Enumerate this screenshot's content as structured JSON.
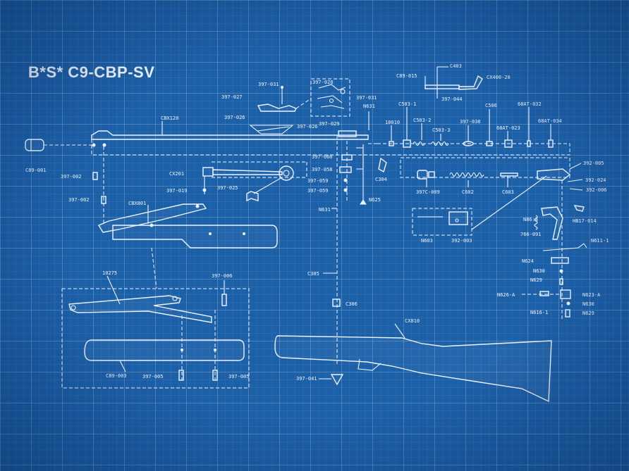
{
  "title": "B*S* C9-CBP-SV",
  "labels": {
    "c403": "C403",
    "c89_015": "C89-015",
    "cx400_20": "CX400-20",
    "n397_044": "397-044",
    "n397_031_a": "397-031",
    "n397_028": "397-028",
    "n397_031_b": "397-031",
    "n397_027": "397-027",
    "n397_029": "397-029",
    "n397_026_a": "397-026",
    "n397_026_b": "397-026",
    "n631_a": "N631",
    "cbx120": "CBX120",
    "c89_001": "C89-001",
    "n10010": "10010",
    "c503_1": "C503-1",
    "c503_2": "C503-2",
    "c503_3": "C503-3",
    "n397_038": "397-038",
    "c506": "C506",
    "n68at_023": "68AT-023",
    "n68at_032": "68AT-032",
    "n68at_034": "68AT-034",
    "n397_002_a": "397-002",
    "cx201": "CX201",
    "n397_019": "397-019",
    "n397_025": "397-025",
    "n397_060": "397-060",
    "n397_058": "397-058",
    "n397_059_a": "397-059",
    "n397_059_b": "397-059",
    "c304": "C304",
    "n625": "N625",
    "n397_002_b": "397-002",
    "cbx801": "CBX801",
    "n631_b": "N631",
    "n397c_009": "397C-009",
    "c602": "C602",
    "c603": "C603",
    "n392_005": "392-005",
    "n392_024": "392-024",
    "n392_006": "392-006",
    "hb17_014": "HB17-014",
    "n603": "N603",
    "n392_003": "392-003",
    "n8614": "N86:4",
    "n766_091": "766-091",
    "n611_1": "N611-1",
    "n624": "N624",
    "n630_a": "N630",
    "n629_a": "N629",
    "c305": "C305",
    "n10275": "10275",
    "n397_006": "397-006",
    "c306": "C306",
    "n626_a": "N626-A",
    "n623_a": "N623-A",
    "n630_b": "N630",
    "n616_1": "N616-1",
    "n629_b": "N629",
    "cx810": "CX810",
    "c89_003": "C89-003",
    "n397_005_a": "397-005",
    "n397_005_b": "397-005",
    "n397_041": "397-041"
  }
}
